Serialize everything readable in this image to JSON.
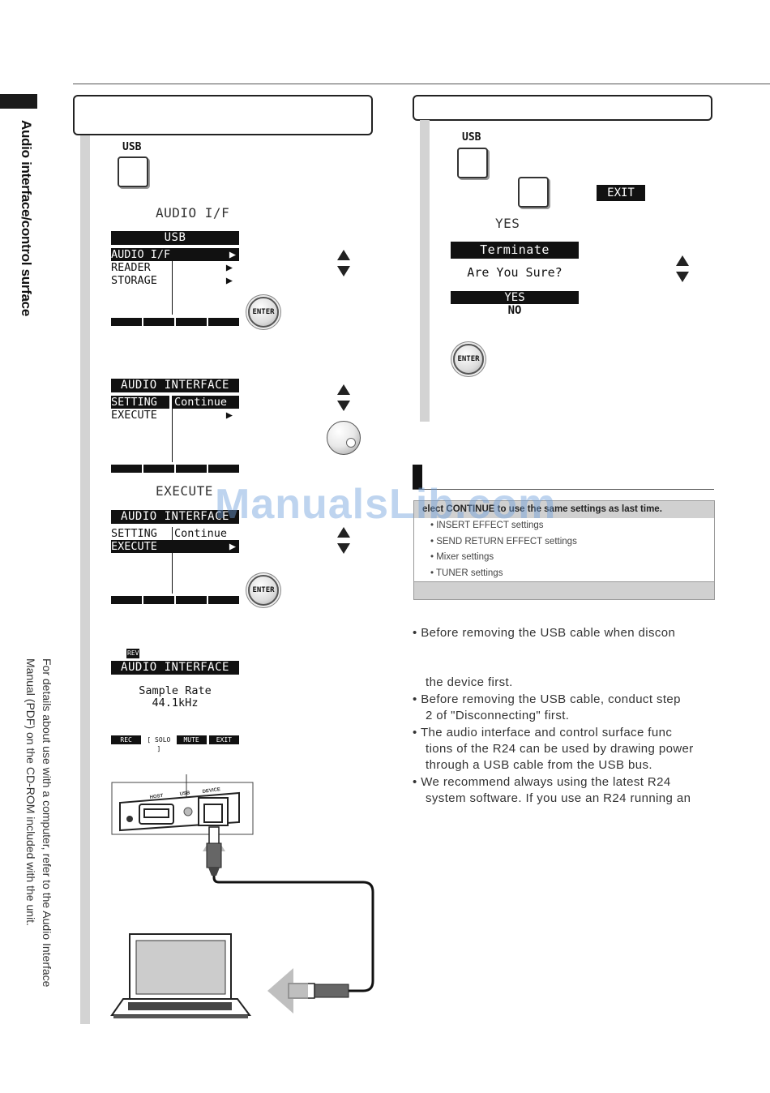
{
  "sidebar": {
    "title": "Audio interface/control surface",
    "note": "For details about use with a computer, refer to the Audio Interface Manual (PDF) on the CD-ROM included with the unit."
  },
  "left": {
    "usb_key_label": "USB",
    "screen_word_1": "AUDIO I/F",
    "lcd1": {
      "title": "USB",
      "rows": [
        "AUDIO I/F",
        "READER",
        "STORAGE"
      ]
    },
    "lcd2": {
      "title": "AUDIO INTERFACE",
      "row1_left": "SETTING",
      "row1_right": "Continue",
      "row2": "EXECUTE"
    },
    "screen_word_2": "EXECUTE",
    "lcd3": {
      "title": "AUDIO INTERFACE",
      "row1_left": "SETTING",
      "row1_right": "Continue",
      "row2": "EXECUTE"
    },
    "lcd4": {
      "icon": "REV",
      "title": "AUDIO INTERFACE",
      "line1": "Sample Rate",
      "line2": "44.1kHz",
      "footer": [
        "REC",
        "[ SOLO ]",
        "MUTE",
        "EXIT"
      ]
    },
    "enter_label": "ENTER",
    "port_labels": {
      "host": "HOST",
      "usb": "USB",
      "device": "DEVICE"
    }
  },
  "right": {
    "usb_key_label": "USB",
    "exit_chip": "EXIT",
    "screen_word": "YES",
    "lcd": {
      "title": "Terminate",
      "question": "Are You Sure?",
      "yes": "YES",
      "no": "NO"
    },
    "enter_label": "ENTER",
    "info": {
      "header": "elect CONTINUE to use the same settings as last time.",
      "items": [
        "• INSERT EFFECT settings",
        "• SEND RETURN EFFECT settings",
        "• Mixer settings",
        "• TUNER settings"
      ]
    },
    "notes": [
      "•  Before removing the USB cable when discon",
      "the device first.",
      "•  Before removing the USB cable, conduct step",
      "2 of \"Disconnecting\" first.",
      "•  The audio interface and control surface func",
      "tions of the R24 can be used by drawing power",
      "through  a USB cable from the USB bus.",
      "•  We recommend always using the latest R24",
      "system software. If you use an R24 running an"
    ]
  },
  "watermark": "ManualsLib.com"
}
